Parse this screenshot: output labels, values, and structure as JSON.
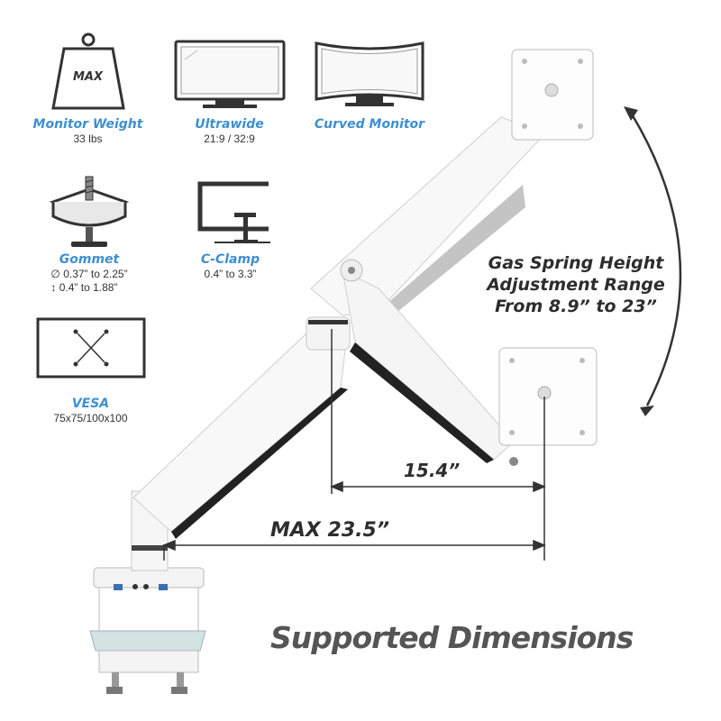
{
  "specs": {
    "weight": {
      "icon_text": "MAX",
      "label": "Monitor Weight",
      "value": "33 lbs"
    },
    "ultrawide": {
      "label": "Ultrawide",
      "value": "21:9 / 32:9"
    },
    "curved": {
      "label": "Curved Monitor"
    },
    "grommet": {
      "label": "Gommet",
      "value_1": "0.37” to 2.25”",
      "value_2": "0.4” to 1.88”"
    },
    "cclamp": {
      "label": "C-Clamp",
      "value": "0.4” to 3.3”"
    },
    "vesa": {
      "label": "VESA",
      "value": "75x75/100x100"
    }
  },
  "measurements": {
    "reach": "15.4”",
    "max_reach": "MAX 23.5”",
    "gas_line_1": "Gas Spring Height",
    "gas_line_2": "Adjustment Range",
    "gas_line_3": "From 8.9” to 23”"
  },
  "heading": "Supported Dimensions",
  "colors": {
    "accent": "#3d8fd0",
    "text_dark": "#2d2d2d",
    "heading": "#555555"
  }
}
